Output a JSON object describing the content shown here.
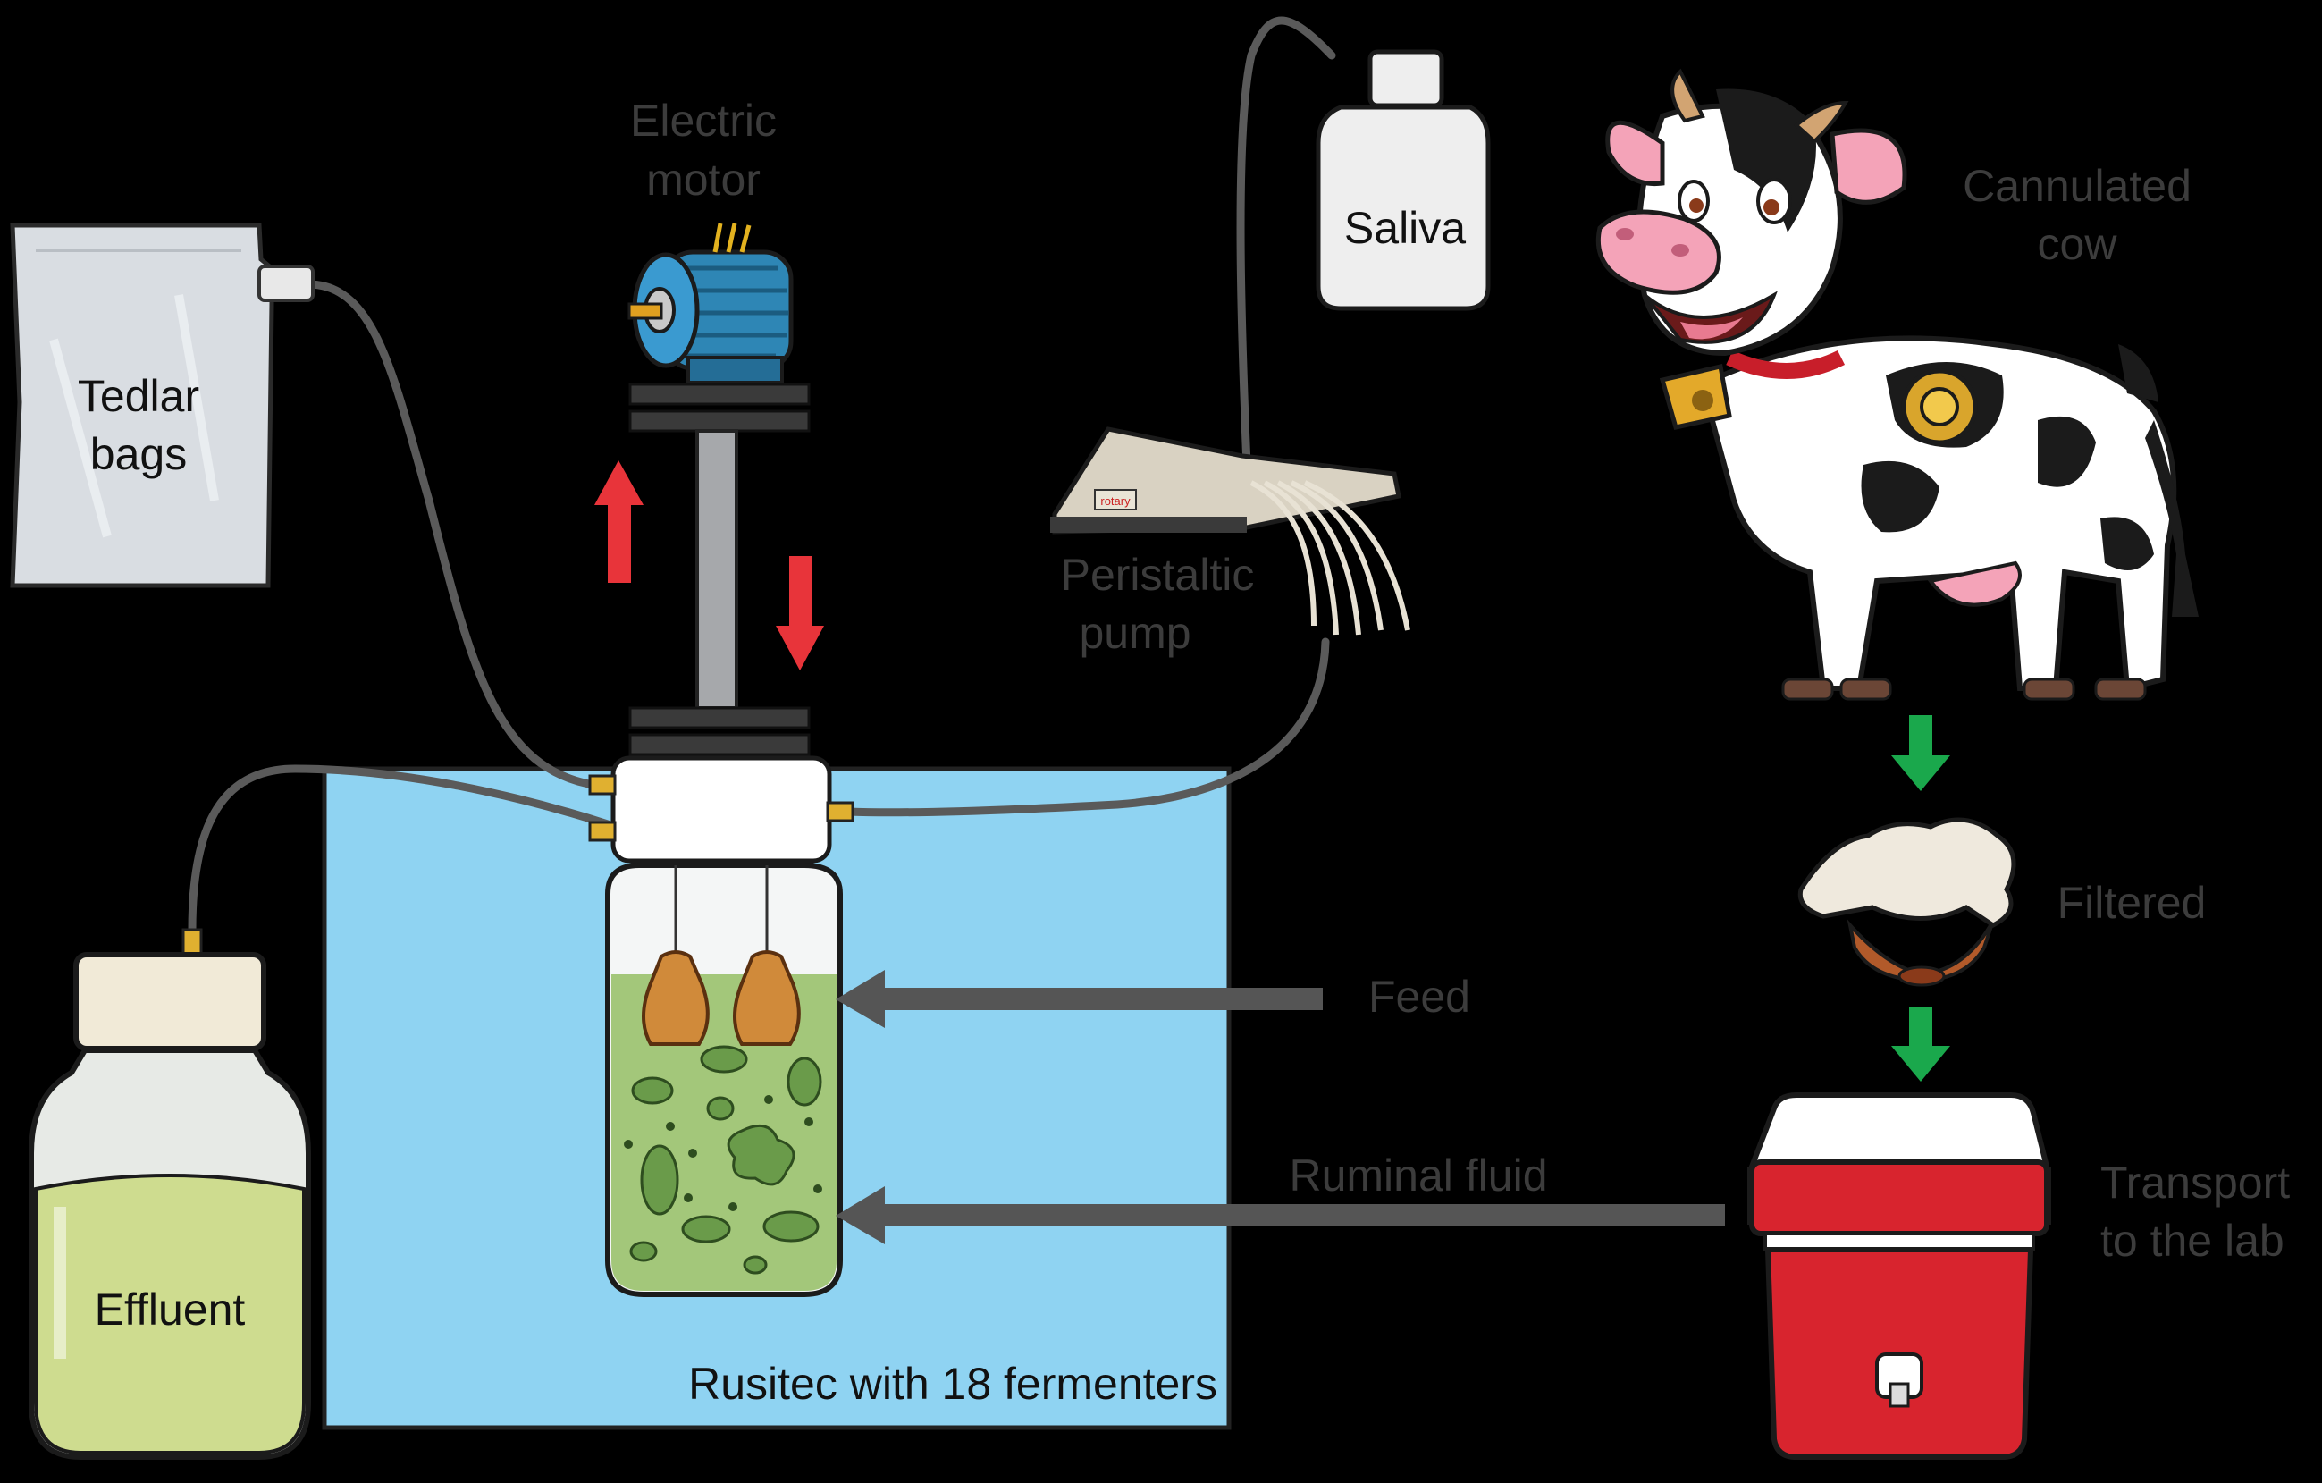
{
  "diagram": {
    "labels": {
      "electric_motor_line1": "Electric",
      "electric_motor_line2": "motor",
      "tedlar_line1": "Tedlar",
      "tedlar_line2": "bags",
      "saliva": "Saliva",
      "cannulated_line1": "Cannulated",
      "cannulated_line2": "cow",
      "peristaltic_line1": "Peristaltic",
      "peristaltic_line2": "pump",
      "filtered": "Filtered",
      "feed": "Feed",
      "ruminal_fluid": "Ruminal fluid",
      "transport_line1": "Transport",
      "transport_line2": "to the lab",
      "effluent": "Effluent",
      "rusitec": "Rusitec with 18 fermenters",
      "pump_brand": "rotary"
    },
    "colors": {
      "background": "#000000",
      "water_bath": "#8fd3f2",
      "fermenter_fluid": "#a3c77a",
      "effluent_fluid": "#cedc8f",
      "red_arrow": "#e8343a",
      "green_arrow": "#1aa84c",
      "gray_arrow": "#555555",
      "cooler_red": "#d8242e",
      "tubing": "#5a5a5a"
    }
  }
}
